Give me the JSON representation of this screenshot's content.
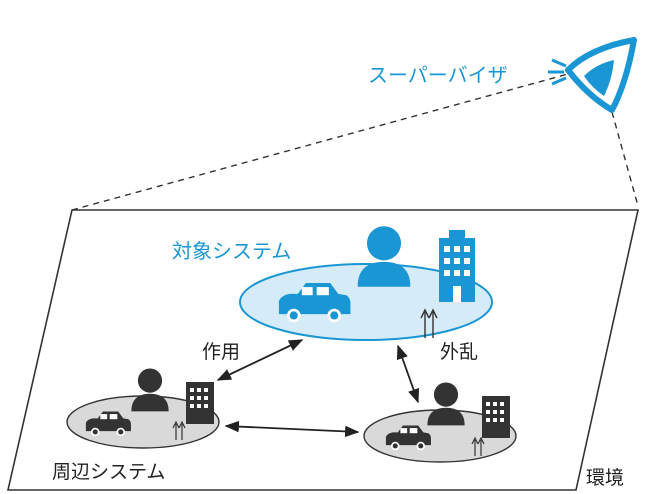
{
  "labels": {
    "supervisor": "スーパーバイザ",
    "target_system": "対象システム",
    "interaction": "作用",
    "disturbance": "外乱",
    "surrounding_systems": "周辺システム",
    "environment": "環境"
  },
  "colors": {
    "accent": "#1a96d4",
    "accent_light": "#d5ecf8",
    "dark_icon": "#333333",
    "gray_disc": "#d9d9d9"
  },
  "icons": {
    "supervisor": "eye-icon",
    "person": "person-icon",
    "building": "building-icon",
    "car": "car-icon"
  }
}
